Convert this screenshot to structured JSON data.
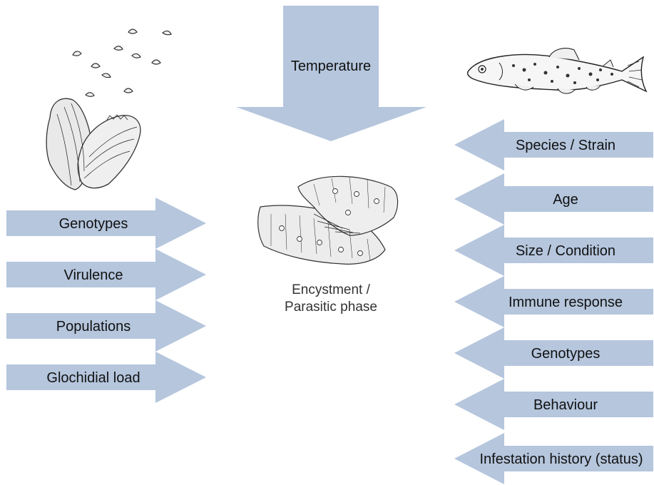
{
  "top_arrow": {
    "label": "Temperature"
  },
  "center": {
    "caption_line1": "Encystment /",
    "caption_line2": "Parasitic phase"
  },
  "left_factors": [
    "Genotypes",
    "Virulence",
    "Populations",
    "Glochidial load"
  ],
  "right_factors": [
    "Species / Strain",
    "Age",
    "Size / Condition",
    "Immune response",
    "Genotypes",
    "Behaviour",
    "Infestation history (status)"
  ],
  "colors": {
    "arrow_fill": "#b5c6dd",
    "text": "#111111",
    "caption": "#333333"
  },
  "icons": [
    "mussel-shell-icon",
    "glochidia-larvae-icon",
    "trout-fish-icon",
    "gill-filament-icon"
  ]
}
